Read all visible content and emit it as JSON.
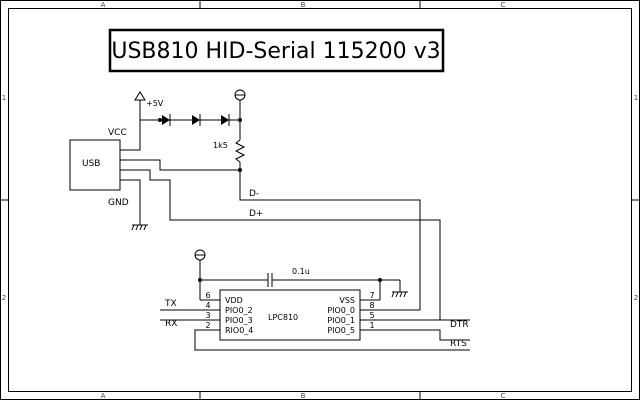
{
  "title": "USB810 HID-Serial 115200 v3",
  "border": {
    "columns": [
      "A",
      "B",
      "C"
    ],
    "rows": [
      "1",
      "2"
    ]
  },
  "usb": {
    "label": "USB",
    "vcc": "VCC",
    "gnd": "GND"
  },
  "power": {
    "plus5v": "+5V",
    "resistor": "1k5",
    "capacitor": "0.1u"
  },
  "nets": {
    "dminus": "D-",
    "dplus": "D+",
    "tx": "TX",
    "rx": "RX",
    "dtr": "DTR",
    "rts": "RTS"
  },
  "ic": {
    "name": "LPC810",
    "left_pins": [
      {
        "num": "6",
        "name": "VDD"
      },
      {
        "num": "4",
        "name": "PIO0_2"
      },
      {
        "num": "3",
        "name": "PIO0_3"
      },
      {
        "num": "2",
        "name": "RIO0_4"
      }
    ],
    "right_pins": [
      {
        "num": "7",
        "name": "VSS"
      },
      {
        "num": "8",
        "name": "PIO0_0"
      },
      {
        "num": "5",
        "name": "PIO0_1"
      },
      {
        "num": "1",
        "name": "PIO0_5"
      }
    ]
  }
}
